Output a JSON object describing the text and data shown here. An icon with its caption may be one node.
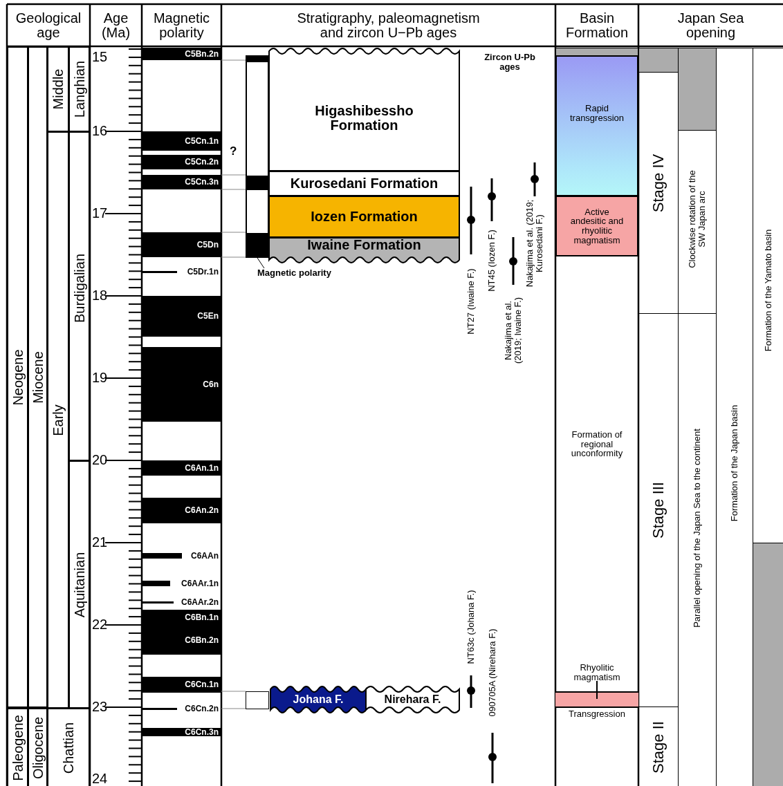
{
  "diagram": {
    "nodes": [
      {
        "text": [
          "Geological age"
        ]
      },
      {
        "text": [
          "Age (Ma)"
        ]
      },
      {
        "text": [
          "Magnetic polarity"
        ]
      },
      {
        "text": [
          "Stratigraphy, paleomagnetism and zircon U−Pb ages"
        ]
      },
      {
        "text": [
          "Basin Formation"
        ]
      },
      {
        "text": [
          "Japan Sea opening"
        ]
      },
      {
        "text": [
          "Neogene"
        ]
      },
      {
        "text": [
          "Miocene"
        ]
      },
      {
        "text": [
          "Middle"
        ]
      },
      {
        "text": [
          "Langhian"
        ]
      },
      {
        "text": [
          "Early"
        ]
      },
      {
        "text": [
          "Burdigalian"
        ]
      },
      {
        "text": [
          "Aquitanian"
        ]
      },
      {
        "text": [
          "Paleogene"
        ]
      },
      {
        "text": [
          "Oligocene"
        ]
      },
      {
        "text": [
          "Chattian"
        ]
      },
      {
        "text": [
          "C5Bn.2n"
        ]
      },
      {
        "text": [
          "C5Cn.1n"
        ]
      },
      {
        "text": [
          "C5Cn.2n"
        ]
      },
      {
        "text": [
          "C5Cn.3n"
        ]
      },
      {
        "text": [
          "C5Dn"
        ]
      },
      {
        "text": [
          "C5Dr.1n"
        ]
      },
      {
        "text": [
          "C5En"
        ]
      },
      {
        "text": [
          "C6n"
        ]
      },
      {
        "text": [
          "C6An.1n"
        ]
      },
      {
        "text": [
          "C6An.2n"
        ]
      },
      {
        "text": [
          "C6AAn"
        ]
      },
      {
        "text": [
          "C6AAr.1n"
        ]
      },
      {
        "text": [
          "C6AAr.2n"
        ]
      },
      {
        "text": [
          "C6Bn.1n"
        ]
      },
      {
        "text": [
          "C6Bn.2n"
        ]
      },
      {
        "text": [
          "C6Cn.1n"
        ]
      },
      {
        "text": [
          "C6Cn.2n"
        ]
      },
      {
        "text": [
          "C6Cn.3n"
        ]
      },
      {
        "text": [],
        "shape": "bar"
      },
      {
        "text": [
          "Higashibessho Formation"
        ]
      },
      {
        "text": [
          "Kurosedani Formation"
        ]
      },
      {
        "text": [
          "Iozen Formation"
        ]
      },
      {
        "text": [
          "Iwaine Formation"
        ]
      },
      {
        "text": [
          "Magnetic polarity"
        ]
      },
      {
        "text": [
          "Johana F."
        ]
      },
      {
        "text": [
          "Nirehara F."
        ]
      },
      {
        "text": [],
        "shape": "box"
      },
      {
        "text": [],
        "shape": "box"
      },
      {
        "text": [
          "Rapid transgression"
        ]
      },
      {
        "text": [
          "Active andesitic and rhyolitic magmatism"
        ]
      },
      {
        "text": [
          "Formation of regional unconformity"
        ]
      },
      {
        "text": [
          "Rhyolitic magmatism"
        ]
      },
      {
        "text": [
          "Transgression"
        ]
      },
      {
        "text": [],
        "shape": "box"
      },
      {
        "text": [
          "Stage IV"
        ]
      },
      {
        "text": [
          "Stage III"
        ]
      },
      {
        "text": [
          "Stage II"
        ]
      },
      {
        "text": [],
        "shape": "box"
      },
      {
        "text": [
          "Clockwise rotation of the SW Japan arc"
        ]
      },
      {
        "text": [
          "Parallel opening of the Japan Sea to the continent"
        ]
      },
      {
        "text": [
          "Formation of the Japan basin"
        ]
      },
      {
        "text": [
          "Formation of the Yamato basin"
        ]
      },
      {
        "text": [],
        "shape": "box"
      }
    ],
    "edges": [
      {
        "from": 39,
        "to": 34,
        "arrow": "none"
      }
    ],
    "labels": [
      "15",
      "16",
      "17",
      "18",
      "19",
      "20",
      "21",
      "22",
      "23",
      "24",
      "?",
      "Zircon U-Pb ages",
      "NT27 (Iwaine F.)",
      "NT45 (Iozen F.)",
      "Nakajima et al. (2019; Iwaine F.)",
      "Nakajima et al. (2019; Kurosedani F.)",
      "NT63c (Johana F.)",
      "090705A (Nirehara F.)"
    ]
  }
}
